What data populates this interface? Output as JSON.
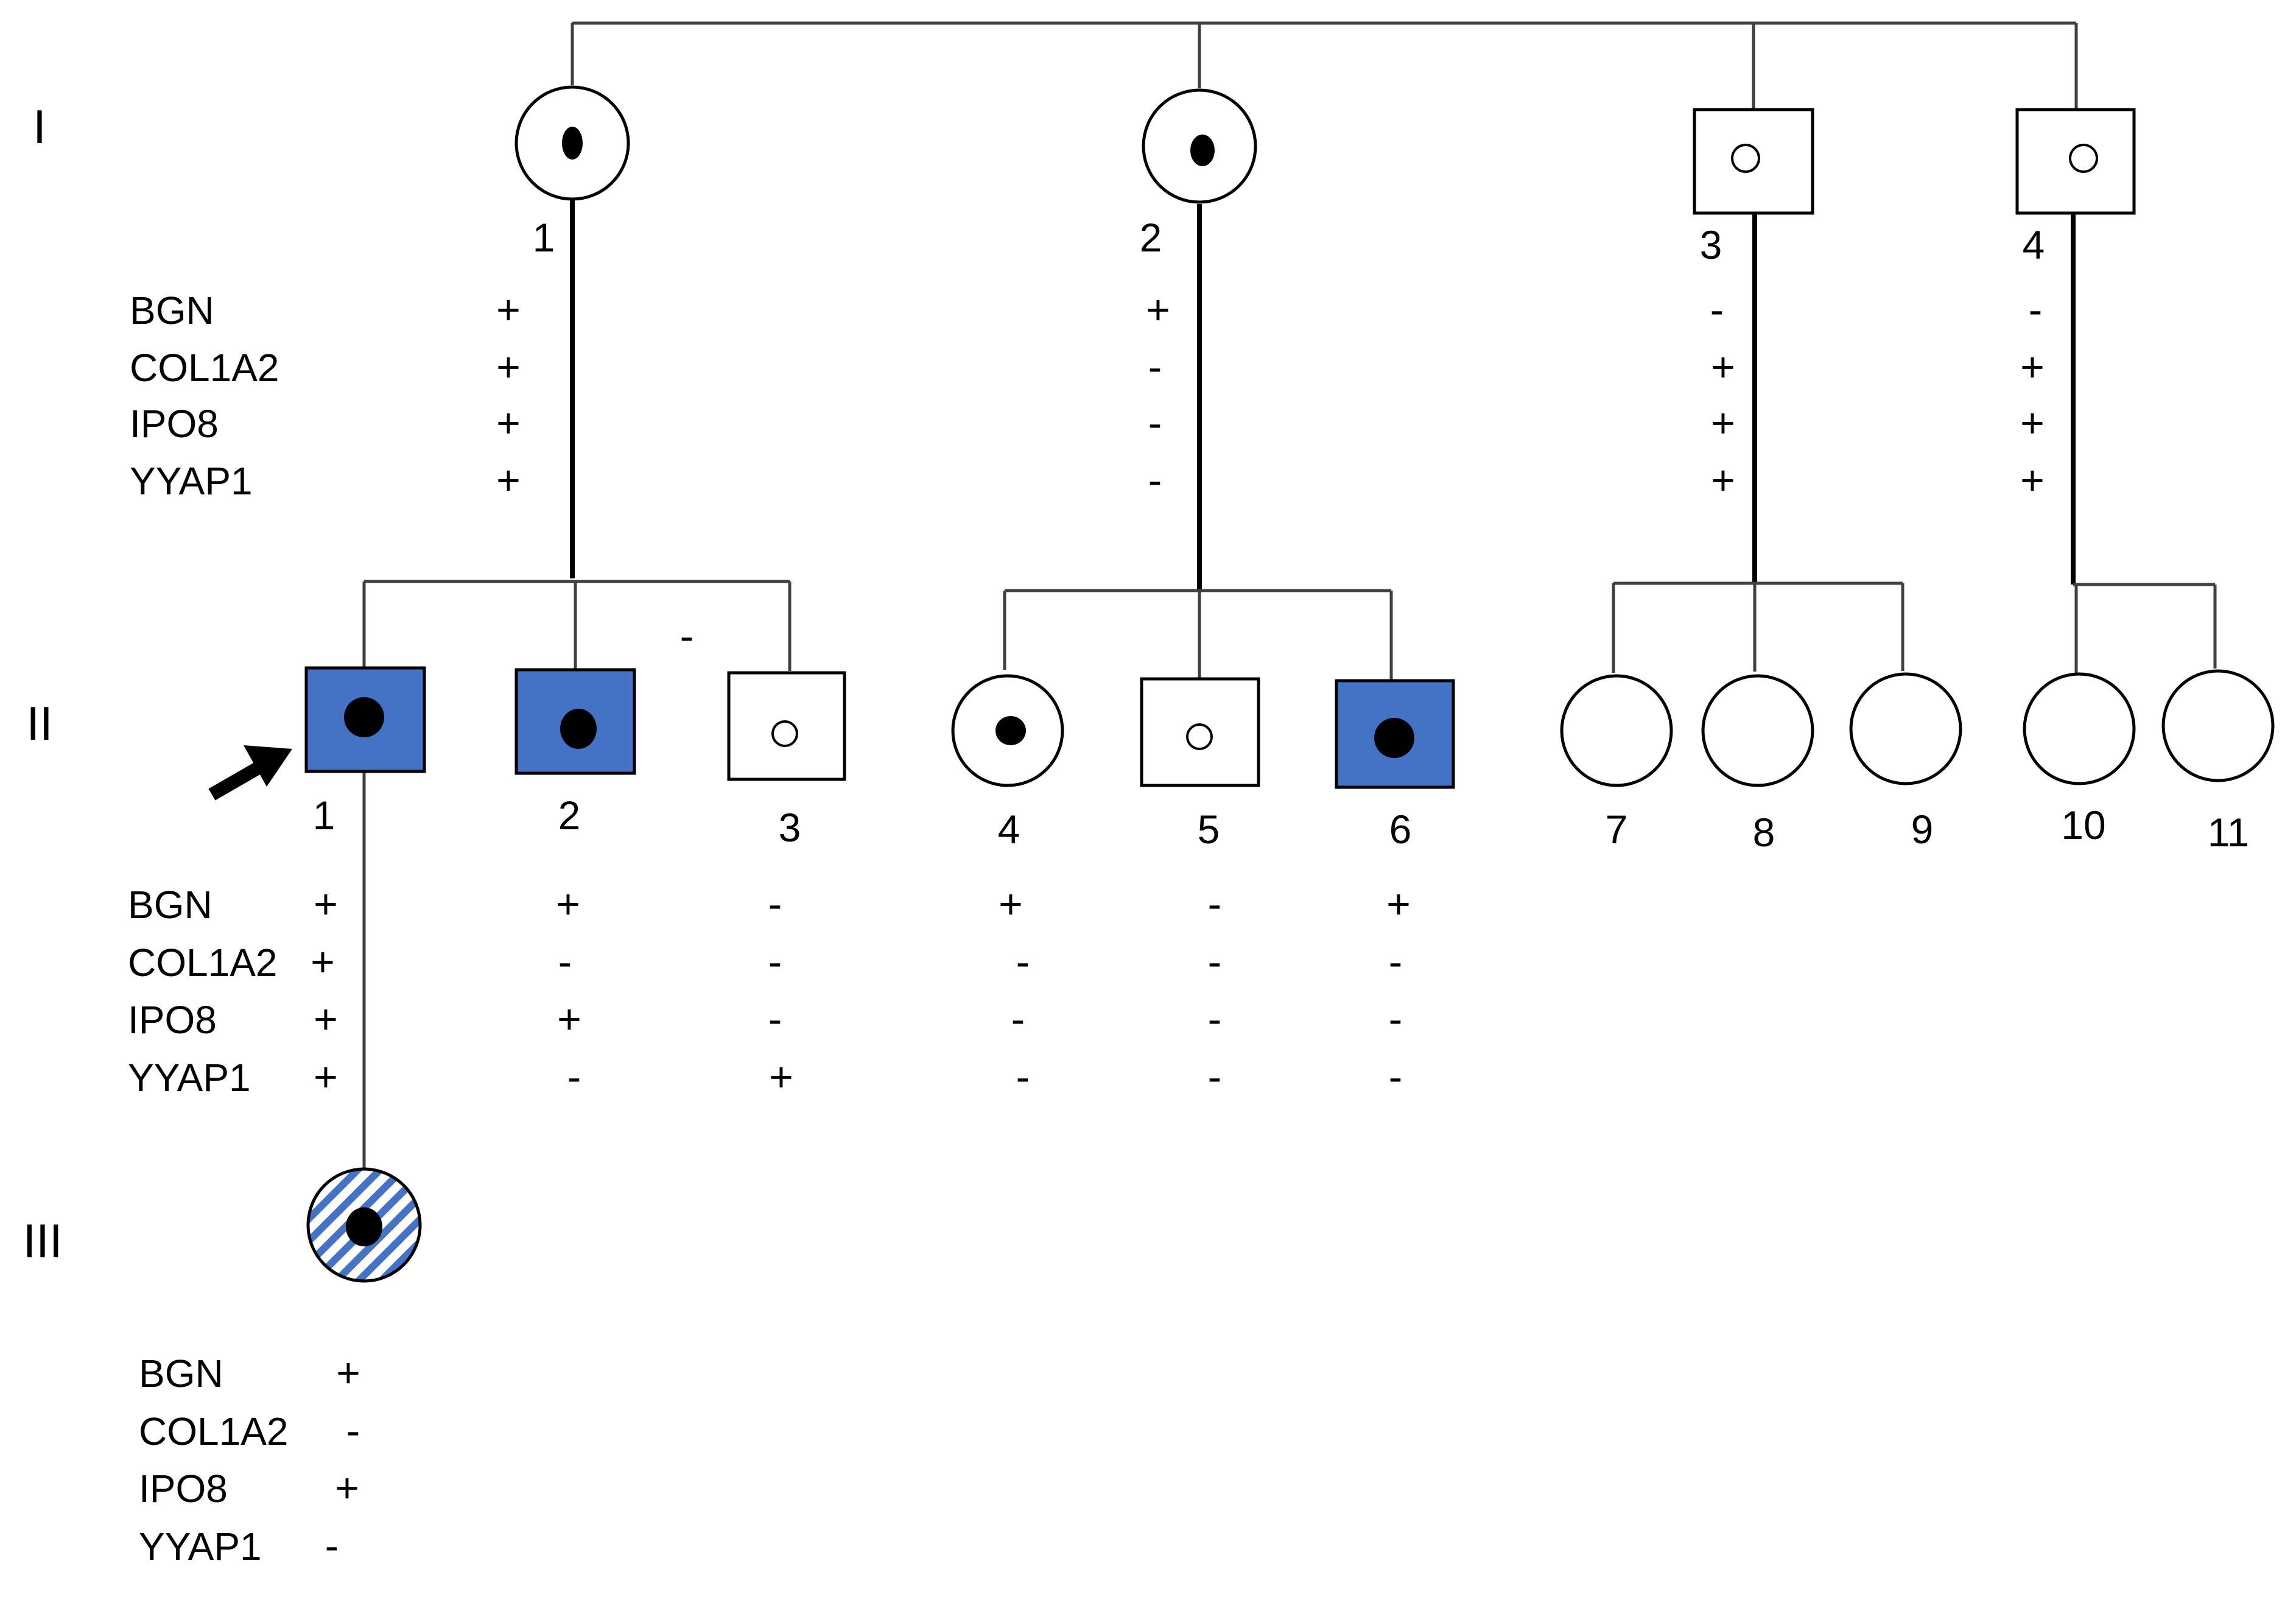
{
  "generations": [
    "I",
    "II",
    "III"
  ],
  "markers": [
    "BGN",
    "COL1A2",
    "IPO8",
    "YYAP1"
  ],
  "colors": {
    "affected": "#4472C4",
    "hatch": "#4472C4",
    "line": "#404040"
  },
  "proband": {
    "generation": "II",
    "id": "1",
    "indicator": "arrow"
  },
  "individuals": {
    "I-1": {
      "id": "1",
      "sex": "female",
      "status": "carrier-dot",
      "genotype": [
        "+",
        "+",
        "+",
        "+"
      ]
    },
    "I-2": {
      "id": "2",
      "sex": "female",
      "status": "carrier-dot",
      "genotype": [
        "+",
        "-",
        "-",
        "-"
      ]
    },
    "I-3": {
      "id": "3",
      "sex": "male",
      "status": "small-open-circle",
      "genotype": [
        "-",
        "+",
        "+",
        "+"
      ]
    },
    "I-4": {
      "id": "4",
      "sex": "male",
      "status": "small-open-circle",
      "genotype": [
        "-",
        "+",
        "+",
        "+"
      ]
    },
    "II-1": {
      "id": "1",
      "sex": "male",
      "status": "affected-dot",
      "genotype": [
        "+",
        "+",
        "+",
        "+"
      ]
    },
    "II-2": {
      "id": "2",
      "sex": "male",
      "status": "affected-dot",
      "genotype": [
        "+",
        "-",
        "+",
        "-"
      ]
    },
    "II-3": {
      "id": "3",
      "sex": "male",
      "status": "small-open-circle",
      "genotype": [
        "-",
        "-",
        "-",
        "+"
      ]
    },
    "II-4": {
      "id": "4",
      "sex": "female",
      "status": "carrier-dot",
      "genotype": [
        "+",
        "-",
        "-",
        "-"
      ]
    },
    "II-5": {
      "id": "5",
      "sex": "male",
      "status": "small-open-circle",
      "genotype": [
        "-",
        "-",
        "-",
        "-"
      ]
    },
    "II-6": {
      "id": "6",
      "sex": "male",
      "status": "affected-dot",
      "genotype": [
        "+",
        "-",
        "-",
        "-"
      ]
    },
    "II-7": {
      "id": "7",
      "sex": "female",
      "status": "unaffected"
    },
    "II-8": {
      "id": "8",
      "sex": "female",
      "status": "unaffected"
    },
    "II-9": {
      "id": "9",
      "sex": "female",
      "status": "unaffected"
    },
    "II-10": {
      "id": "10",
      "sex": "female",
      "status": "unaffected"
    },
    "II-11": {
      "id": "11",
      "sex": "female",
      "status": "unaffected"
    },
    "III-1": {
      "sex": "female",
      "status": "hatched-dot",
      "genotype": [
        "+",
        "-",
        "+",
        "-"
      ]
    }
  },
  "stray_marks": [
    "-"
  ]
}
